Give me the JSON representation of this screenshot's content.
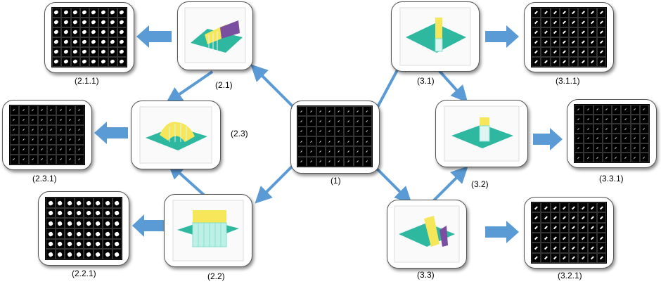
{
  "labels": {
    "n1": "(1)",
    "n21": "(2.1)",
    "n211": "(2.1.1)",
    "n22": "(2.2)",
    "n221": "(2.2.1)",
    "n23": "(2.3)",
    "n231": "(2.3.1)",
    "n31": "(3.1)",
    "n311": "(3.1.1)",
    "n32": "(3.2)",
    "n321": "(3.2.1)",
    "n33": "(3.3)",
    "n331": "(3.3.1)"
  },
  "colors": {
    "arrow": "#5b9bd5",
    "plane": "#2eb8a0",
    "spike_yellow": "#f5e65a",
    "spike_purple": "#7a4fa0",
    "spike_cyan": "#7fe0d0"
  },
  "edges": [
    {
      "from": "1",
      "to": "2.1"
    },
    {
      "from": "1",
      "to": "2.2"
    },
    {
      "from": "1",
      "to": "3.1"
    },
    {
      "from": "1",
      "to": "3.3"
    },
    {
      "from": "2.1",
      "to": "2.3"
    },
    {
      "from": "2.2",
      "to": "2.3"
    },
    {
      "from": "3.1",
      "to": "3.2"
    },
    {
      "from": "3.3",
      "to": "3.2"
    },
    {
      "from": "2.1",
      "to": "2.1.1"
    },
    {
      "from": "2.3",
      "to": "2.3.1"
    },
    {
      "from": "2.2",
      "to": "2.2.1"
    },
    {
      "from": "3.1",
      "to": "3.1.1"
    },
    {
      "from": "3.2",
      "to": "3.3.1"
    },
    {
      "from": "3.3",
      "to": "3.2.1"
    }
  ]
}
